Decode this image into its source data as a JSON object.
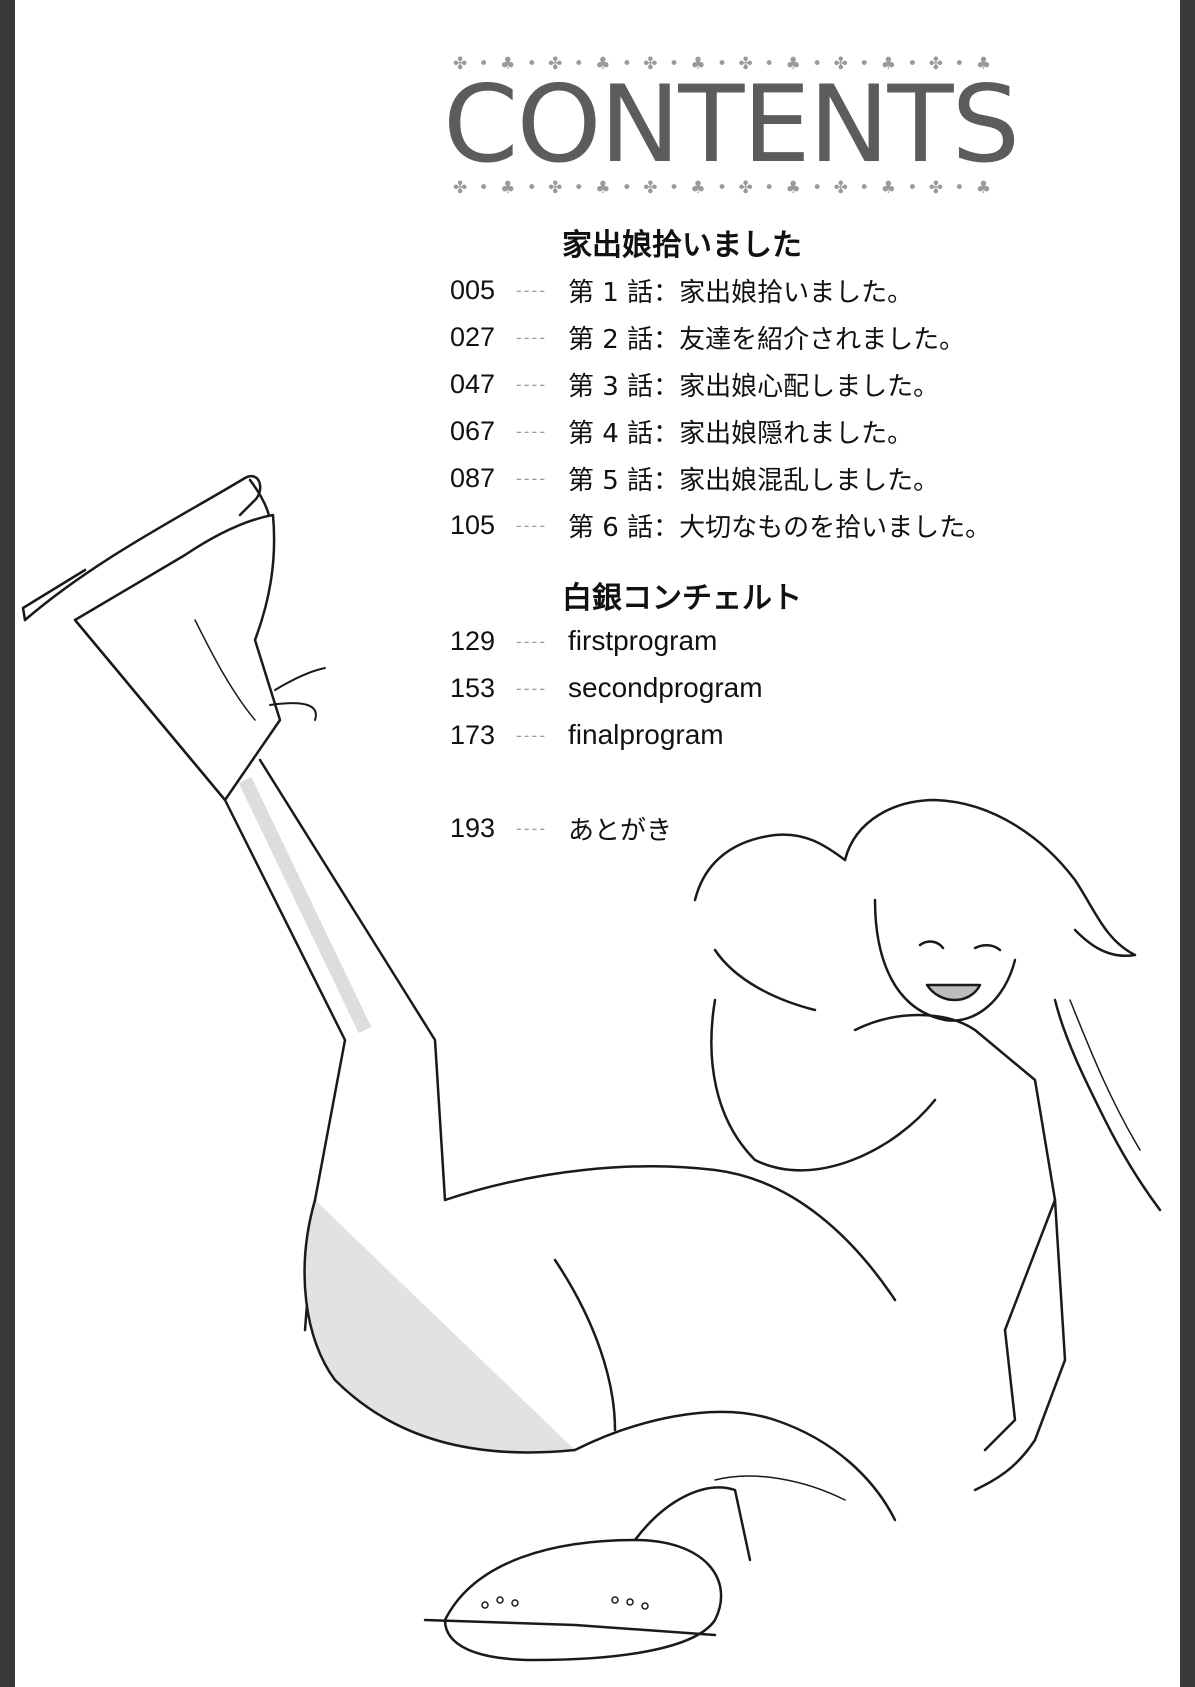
{
  "page": {
    "title": "CONTENTS",
    "ornament_pattern": "✤ • ♣ • ✤ • ♣ • ✤ • ♣ • ✤ • ♣ • ✤ • ♣ • ✤ • ♣ • ✤ • ♣ • ✤ • ♣ •"
  },
  "sections": [
    {
      "title": "家出娘拾いました",
      "entries": [
        {
          "page": "005",
          "leader": "----",
          "label": "第 1 話：家出娘拾いました。"
        },
        {
          "page": "027",
          "leader": "----",
          "label": "第 2 話：友達を紹介されました。"
        },
        {
          "page": "047",
          "leader": "----",
          "label": "第 3 話：家出娘心配しました。"
        },
        {
          "page": "067",
          "leader": "----",
          "label": "第 4 話：家出娘隠れました。"
        },
        {
          "page": "087",
          "leader": "----",
          "label": "第 5 話：家出娘混乱しました。"
        },
        {
          "page": "105",
          "leader": "----",
          "label": "第 6 話：大切なものを拾いました。"
        }
      ]
    },
    {
      "title": "白銀コンチェルト",
      "entries": [
        {
          "page": "129",
          "leader": "----",
          "label": "firstprogram"
        },
        {
          "page": "153",
          "leader": "----",
          "label": "secondprogram"
        },
        {
          "page": "173",
          "leader": "----",
          "label": "finalprogram"
        }
      ]
    },
    {
      "title": "",
      "entries": [
        {
          "page": "193",
          "leader": "----",
          "label": "あとがき"
        }
      ]
    }
  ],
  "colors": {
    "side_bars": "#383838",
    "title_gray": "#5c5c5c",
    "ornament_gray": "#9a9a9a",
    "text": "#111111",
    "screentone": "#cfcfcf"
  },
  "illustration": {
    "description": "line-art-figure-skater"
  }
}
